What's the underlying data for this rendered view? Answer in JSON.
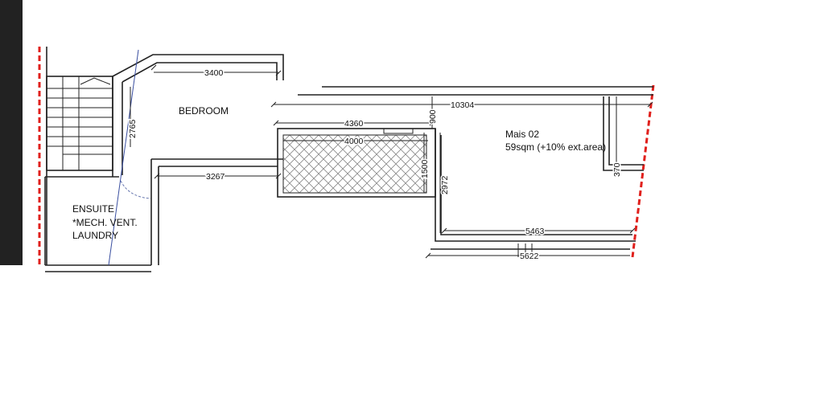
{
  "plan": {
    "rooms": {
      "bedroom": "BEDROOM",
      "ensuite_line1": "ENSUITE",
      "ensuite_line2": "*MECH. VENT.",
      "ensuite_line3": "LAUNDRY",
      "unit_name": "Mais 02",
      "unit_area": "59sqm (+10% ext.area)"
    },
    "dimensions": {
      "bedroom_width": "3400",
      "bedroom_depth": "2765",
      "corridor_width": "3267",
      "unit_length": "10304",
      "balcony_outer": "4360",
      "balcony_inner": "4000",
      "balcony_depth": "1500",
      "wall_offset": "900",
      "room_depth": "2972",
      "room_width_inner": "5463",
      "room_width_outer": "5622",
      "side_jog": "370"
    },
    "colors": {
      "site_boundary": "#e0201c",
      "door_swing": "#3a4fa0",
      "side_bar": "#222222"
    }
  }
}
